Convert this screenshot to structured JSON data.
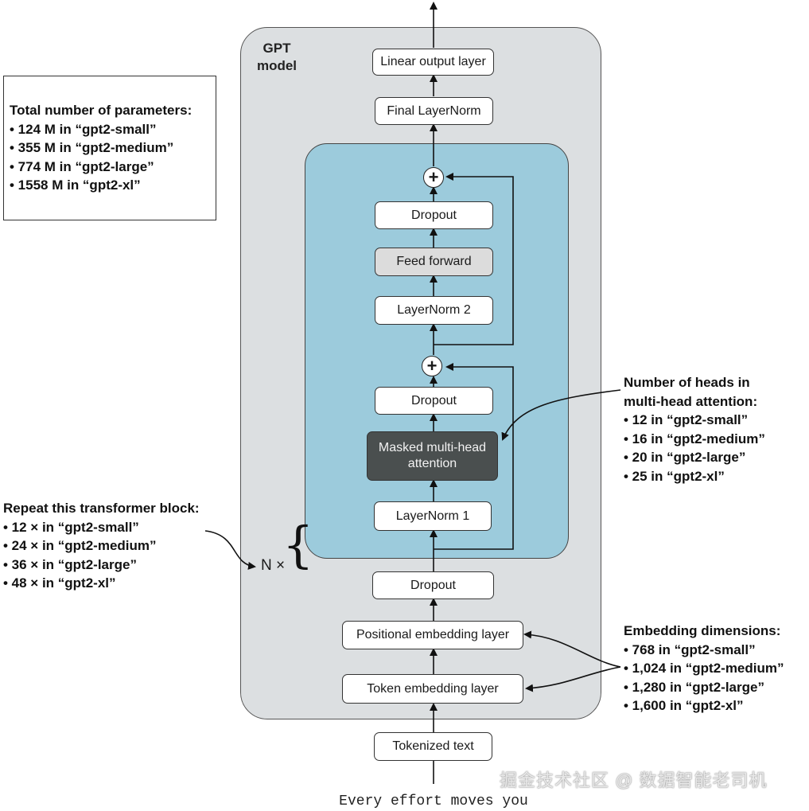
{
  "gpt_model": {
    "label_line1": "GPT",
    "label_line2": "model",
    "linear_output_layer": "Linear output layer",
    "final_layernorm": "Final LayerNorm",
    "dropout": "Dropout",
    "positional_embedding_layer": "Positional embedding layer",
    "token_embedding_layer": "Token embedding layer"
  },
  "transformer_block": {
    "dropout_top": "Dropout",
    "feed_forward": "Feed forward",
    "layernorm_2": "LayerNorm 2",
    "plus_symbol": "+",
    "dropout_mid": "Dropout",
    "attention_line1": "Masked multi-head",
    "attention_line2": "attention",
    "layernorm_1": "LayerNorm 1",
    "repeat_label": "N ×",
    "brace": "{"
  },
  "input": {
    "tokenized_text": "Tokenized text",
    "example_text": "Every effort moves you"
  },
  "notes": {
    "parameters": {
      "heading": "Total number of parameters:",
      "items": [
        "• 124 M in “gpt2-small”",
        "• 355 M in “gpt2-medium”",
        "• 774 M in “gpt2-large”",
        "• 1558 M in “gpt2-xl”"
      ]
    },
    "heads": {
      "heading_line1": "Number of heads in",
      "heading_line2": "multi-head attention:",
      "items": [
        "• 12 in “gpt2-small”",
        "• 16 in “gpt2-medium”",
        "• 20 in “gpt2-large”",
        "• 25 in “gpt2-xl”"
      ]
    },
    "repeat": {
      "heading": "Repeat this transformer block:",
      "items": [
        "• 12 × in “gpt2-small”",
        "• 24 × in “gpt2-medium”",
        "• 36 × in “gpt2-large”",
        "• 48 × in “gpt2-xl”"
      ]
    },
    "embedding": {
      "heading": "Embedding dimensions:",
      "items": [
        "• 768 in “gpt2-small”",
        "• 1,024 in “gpt2-medium”",
        "• 1,280 in “gpt2-large”",
        "• 1,600 in “gpt2-xl”"
      ]
    }
  },
  "watermark": "掘金技术社区 @ 数据智能老司机",
  "colors": {
    "gpt_panel": "#dcdfe1",
    "transformer_panel": "#9ccbdc",
    "attention_box": "#4a4f4f",
    "feed_forward_box": "#dcdcdc"
  }
}
